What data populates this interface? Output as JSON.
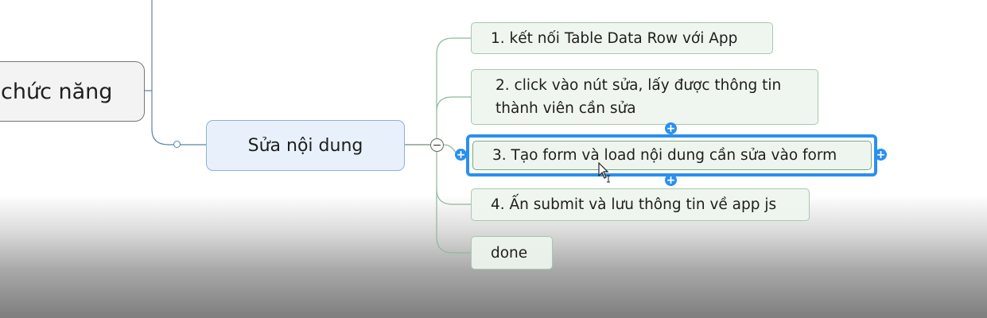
{
  "colors": {
    "selection": "#2a8ff0",
    "main_node_fill": "#e8f1fb",
    "sub_node_fill": "#eef5ee",
    "connector": "#8fb89b"
  },
  "parent_topic": {
    "label": "chức năng"
  },
  "main_topic": {
    "label": "Sửa nội dung",
    "collapse_symbol": "−"
  },
  "subtopics": [
    {
      "label": "1. kết nối Table Data Row với App"
    },
    {
      "label": "2. click vào nút sửa, lấy được thông tin thành viên cần sửa"
    },
    {
      "label": "3. Tạo form và load nội dung cần sửa vào form"
    },
    {
      "label": "4. Ấn submit và lưu thông tin về app js"
    },
    {
      "label": "done"
    }
  ],
  "selection_handle_symbol": "+"
}
